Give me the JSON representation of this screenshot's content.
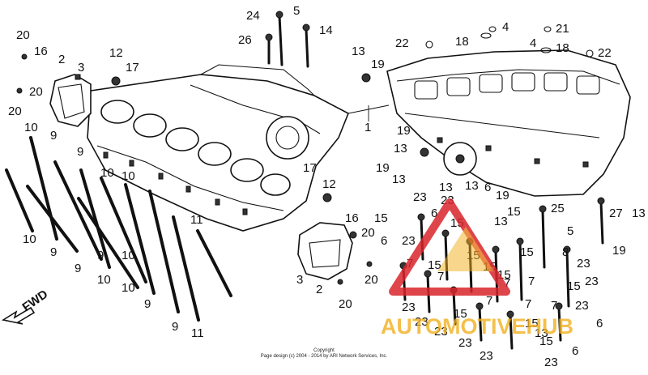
{
  "diagram": {
    "fwd_label": "FWD",
    "callouts": [
      {
        "id": "c1",
        "text": "20"
      },
      {
        "id": "c2",
        "text": "16"
      },
      {
        "id": "c3",
        "text": "2"
      },
      {
        "id": "c4",
        "text": "3"
      },
      {
        "id": "c5",
        "text": "20"
      },
      {
        "id": "c6",
        "text": "20"
      },
      {
        "id": "c7",
        "text": "12"
      },
      {
        "id": "c8",
        "text": "17"
      },
      {
        "id": "c9",
        "text": "24"
      },
      {
        "id": "c10",
        "text": "5"
      },
      {
        "id": "c11",
        "text": "26"
      },
      {
        "id": "c12",
        "text": "14"
      },
      {
        "id": "c13",
        "text": "13"
      },
      {
        "id": "c14",
        "text": "19"
      },
      {
        "id": "c15",
        "text": "22"
      },
      {
        "id": "c16",
        "text": "18"
      },
      {
        "id": "c17",
        "text": "4"
      },
      {
        "id": "c18",
        "text": "21"
      },
      {
        "id": "c19",
        "text": "4"
      },
      {
        "id": "c20",
        "text": "18"
      },
      {
        "id": "c21",
        "text": "22"
      },
      {
        "id": "c22",
        "text": "1"
      },
      {
        "id": "c23",
        "text": "10"
      },
      {
        "id": "c24",
        "text": "9"
      },
      {
        "id": "c25",
        "text": "10"
      },
      {
        "id": "c26",
        "text": "9"
      },
      {
        "id": "c27",
        "text": "10"
      },
      {
        "id": "c28",
        "text": "10"
      },
      {
        "id": "c29",
        "text": "9"
      },
      {
        "id": "c30",
        "text": "11"
      },
      {
        "id": "c31",
        "text": "10"
      },
      {
        "id": "c32",
        "text": "9"
      },
      {
        "id": "c33",
        "text": "9"
      },
      {
        "id": "c34",
        "text": "10"
      },
      {
        "id": "c35",
        "text": "10"
      },
      {
        "id": "c36",
        "text": "9"
      },
      {
        "id": "c37",
        "text": "9"
      },
      {
        "id": "c38",
        "text": "11"
      },
      {
        "id": "c39",
        "text": "17"
      },
      {
        "id": "c40",
        "text": "12"
      },
      {
        "id": "c41",
        "text": "16"
      },
      {
        "id": "c42",
        "text": "20"
      },
      {
        "id": "c43",
        "text": "3"
      },
      {
        "id": "c44",
        "text": "2"
      },
      {
        "id": "c45",
        "text": "20"
      },
      {
        "id": "c46",
        "text": "20"
      },
      {
        "id": "c47",
        "text": "19"
      },
      {
        "id": "c48",
        "text": "13"
      },
      {
        "id": "c49",
        "text": "19"
      },
      {
        "id": "c50",
        "text": "13"
      },
      {
        "id": "c51",
        "text": "23"
      },
      {
        "id": "c52",
        "text": "13"
      },
      {
        "id": "c53",
        "text": "23"
      },
      {
        "id": "c54",
        "text": "13"
      },
      {
        "id": "c55",
        "text": "6"
      },
      {
        "id": "c56",
        "text": "19"
      },
      {
        "id": "c57",
        "text": "25"
      },
      {
        "id": "c58",
        "text": "15"
      },
      {
        "id": "c59",
        "text": "6"
      },
      {
        "id": "c60",
        "text": "15"
      },
      {
        "id": "c61",
        "text": "6"
      },
      {
        "id": "c62",
        "text": "23"
      },
      {
        "id": "c63",
        "text": "13"
      },
      {
        "id": "c64",
        "text": "15"
      },
      {
        "id": "c65",
        "text": "5"
      },
      {
        "id": "c66",
        "text": "27"
      },
      {
        "id": "c67",
        "text": "13"
      },
      {
        "id": "c68",
        "text": "19"
      },
      {
        "id": "c69",
        "text": "15"
      },
      {
        "id": "c70",
        "text": "15"
      },
      {
        "id": "c71",
        "text": "7"
      },
      {
        "id": "c72",
        "text": "7"
      },
      {
        "id": "c73",
        "text": "8"
      },
      {
        "id": "c74",
        "text": "23"
      },
      {
        "id": "c75",
        "text": "15"
      },
      {
        "id": "c76",
        "text": "7"
      },
      {
        "id": "c77",
        "text": "15"
      },
      {
        "id": "c78",
        "text": "23"
      },
      {
        "id": "c79",
        "text": "7"
      },
      {
        "id": "c80",
        "text": "15"
      },
      {
        "id": "c81",
        "text": "7"
      },
      {
        "id": "c82",
        "text": "23"
      },
      {
        "id": "c83",
        "text": "23"
      },
      {
        "id": "c84",
        "text": "7"
      },
      {
        "id": "c85",
        "text": "7"
      },
      {
        "id": "c86",
        "text": "23"
      },
      {
        "id": "c87",
        "text": "23"
      },
      {
        "id": "c88",
        "text": "6"
      },
      {
        "id": "c89",
        "text": "15"
      },
      {
        "id": "c90",
        "text": "23"
      },
      {
        "id": "c91",
        "text": "6"
      },
      {
        "id": "c92",
        "text": "23"
      },
      {
        "id": "c93",
        "text": "23"
      },
      {
        "id": "c94",
        "text": "15"
      },
      {
        "id": "c95",
        "text": "13"
      },
      {
        "id": "c96",
        "text": "15"
      },
      {
        "id": "c97",
        "text": "15"
      }
    ]
  },
  "watermark": {
    "text": "AUTOMOTIVEHUB",
    "color": "#d9252b",
    "accent": "#f2b01e"
  },
  "copyright": {
    "line1": "Copyright",
    "line2": "Page design (c) 2004 - 2014 by ARI Network Services, Inc."
  }
}
